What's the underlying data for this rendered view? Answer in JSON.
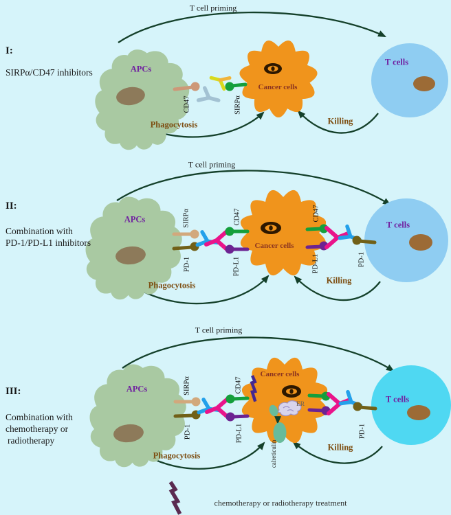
{
  "colors": {
    "background": "#d6f4fa",
    "apc_fill": "#a9c9a2",
    "cancer_fill": "#f0941c",
    "tcell_fill": "#8fcdf2",
    "tcell_fill_bright": "#4fd8f2",
    "arrow_dark_green": "#14402a",
    "cell_name_purple": "#7020a0",
    "cancer_name_red": "#8b3420",
    "action_brown": "#7d4e12",
    "cd47_green": "#149f3c",
    "sirpa_tan": "#d2a87c",
    "pd1_olive": "#716018",
    "pdl1_purple": "#6c2392",
    "antibody_blue": "#23a0ea",
    "antibody_magenta": "#e9148a",
    "antibody_gray_blue": "#a3c2d3",
    "antibody_yellow": "#d8da1e",
    "calreticulin_teal": "#68bb9b",
    "bolt_violet": "#44278f",
    "bolt_maroon": "#5a2a50"
  },
  "panels": [
    {
      "numeral": "I:",
      "title_lines": [
        "SIRPα/CD47 inhibitors"
      ],
      "priming_label": "T cell priming",
      "apc_label": "APCs",
      "cancer_label": "Cancer cells",
      "tcell_label": "T cells",
      "phagocytosis_label": "Phagocytosis",
      "killing_label": "Killing",
      "receptors": {
        "cd47": "CD47",
        "sirpa": "SIRPα"
      }
    },
    {
      "numeral": "II:",
      "title_lines": [
        "Combination with",
        "PD-1/PD-L1 inhibitors"
      ],
      "priming_label": "T cell priming",
      "apc_label": "APCs",
      "cancer_label": "Cancer cells",
      "tcell_label": "T cells",
      "phagocytosis_label": "Phagocytosis",
      "killing_label": "Killing",
      "receptors": {
        "apc_sirpa": "SIRPα",
        "apc_pd1": "PD-1",
        "cancer_cd47_left": "CD47",
        "cancer_pdl1_left": "PD-L1",
        "cancer_cd47_right": "CD47",
        "cancer_pdl1_right": "PD-L1",
        "tcell_pd1": "PD-1"
      }
    },
    {
      "numeral": "III:",
      "title_lines": [
        "Combination with",
        "chemotherapy or",
        "radiotherapy"
      ],
      "priming_label": "T cell priming",
      "apc_label": "APCs",
      "cancer_label": "Cancer cells",
      "tcell_label": "T cells",
      "phagocytosis_label": "Phagocytosis",
      "killing_label": "Killing",
      "er_label": "ER",
      "calreticulin_label": "calreticulin",
      "receptors": {
        "apc_sirpa": "SIRPα",
        "apc_pd1": "PD-1",
        "cancer_cd47": "CD47",
        "cancer_pdl1": "PD-L1",
        "tcell_pd1": "PD-1"
      }
    }
  ],
  "legend": {
    "treatment_label": "chemotherapy or radiotherapy treatment"
  }
}
